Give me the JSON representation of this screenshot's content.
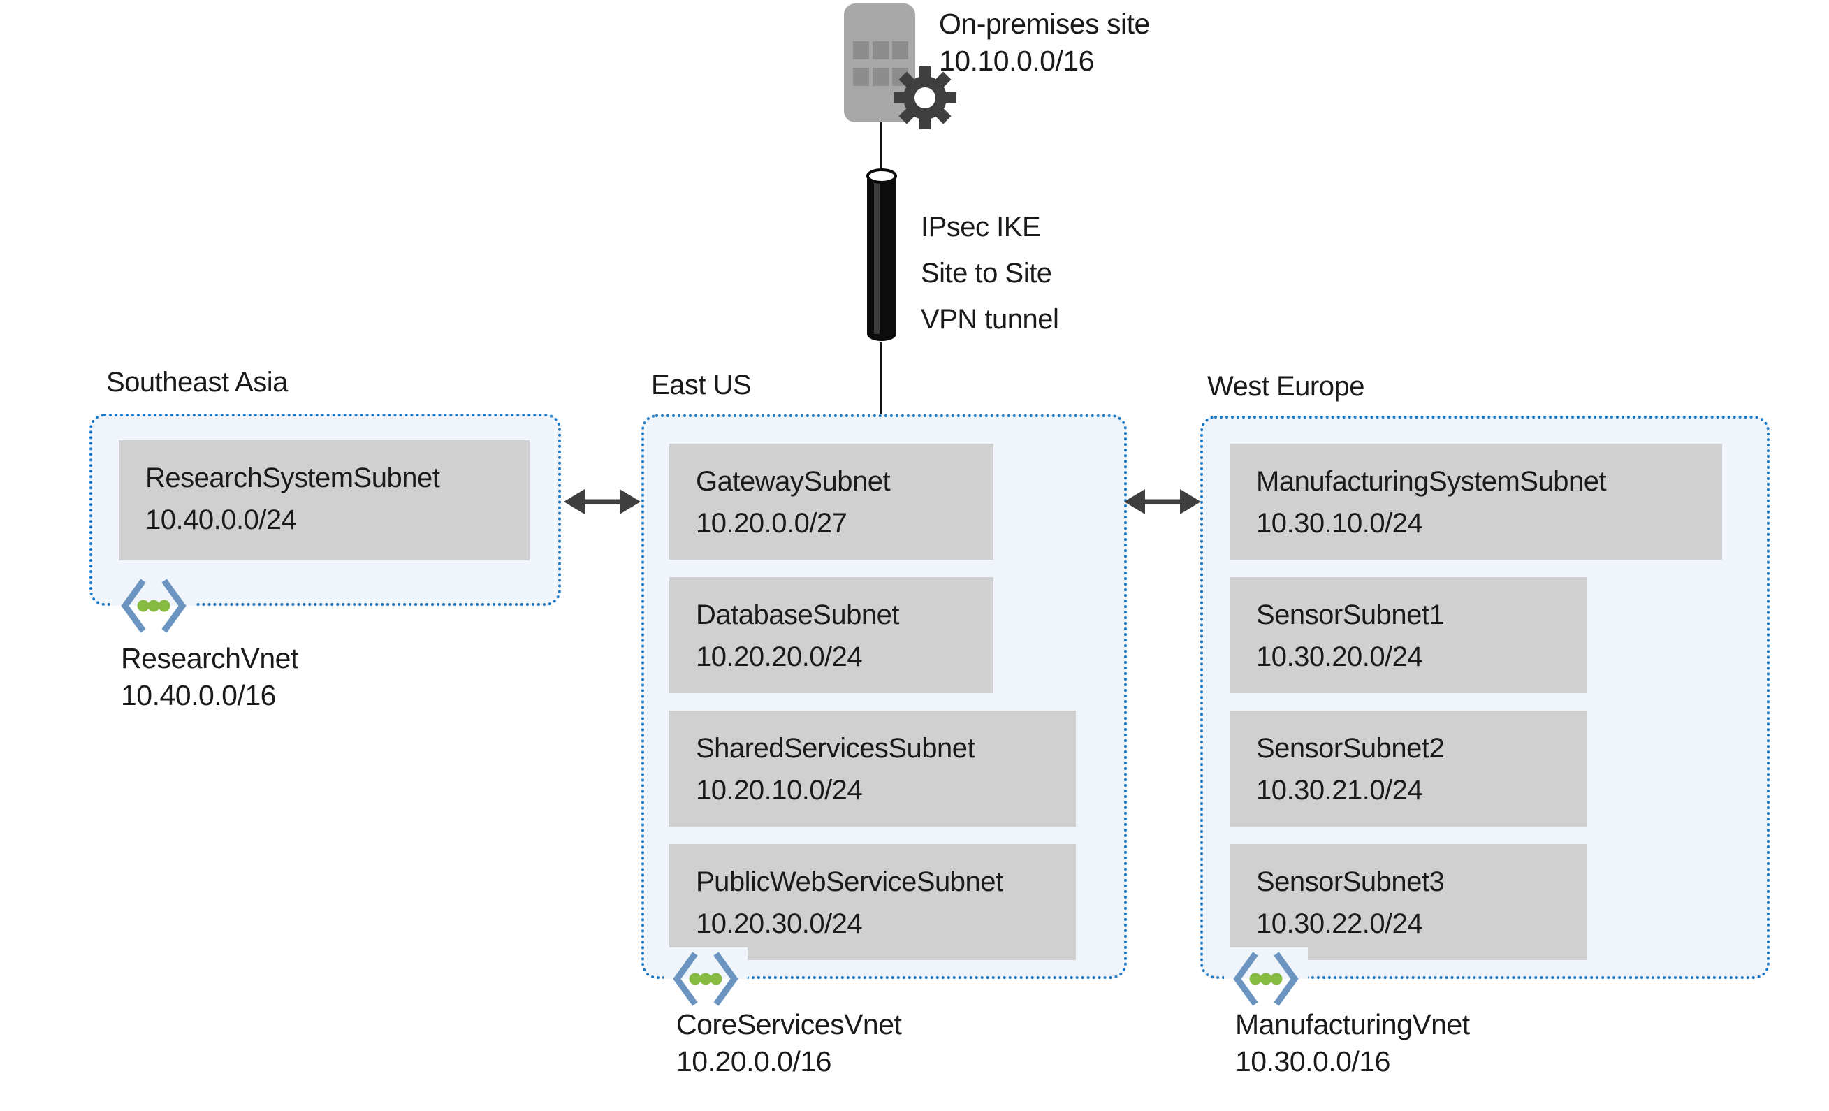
{
  "on_premises": {
    "name": "On-premises site",
    "cidr": "10.10.0.0/16"
  },
  "vpn_tunnel": {
    "lines": [
      "IPsec IKE",
      "Site to Site",
      "VPN tunnel"
    ]
  },
  "regions": [
    {
      "label": "Southeast Asia",
      "vnet": {
        "name": "ResearchVnet",
        "cidr": "10.40.0.0/16"
      },
      "subnets": [
        {
          "name": "ResearchSystemSubnet",
          "cidr": "10.40.0.0/24"
        }
      ]
    },
    {
      "label": "East US",
      "vnet": {
        "name": "CoreServicesVnet",
        "cidr": "10.20.0.0/16"
      },
      "subnets": [
        {
          "name": "GatewaySubnet",
          "cidr": "10.20.0.0/27"
        },
        {
          "name": "DatabaseSubnet",
          "cidr": "10.20.20.0/24"
        },
        {
          "name": "SharedServicesSubnet",
          "cidr": "10.20.10.0/24"
        },
        {
          "name": "PublicWebServiceSubnet",
          "cidr": "10.20.30.0/24"
        }
      ]
    },
    {
      "label": "West Europe",
      "vnet": {
        "name": "ManufacturingVnet",
        "cidr": "10.30.0.0/16"
      },
      "subnets": [
        {
          "name": "ManufacturingSystemSubnet",
          "cidr": "10.30.10.0/24"
        },
        {
          "name": "SensorSubnet1",
          "cidr": "10.30.20.0/24"
        },
        {
          "name": "SensorSubnet2",
          "cidr": "10.30.21.0/24"
        },
        {
          "name": "SensorSubnet3",
          "cidr": "10.30.22.0/24"
        }
      ]
    }
  ],
  "colors": {
    "region_fill": "#eff5fb",
    "region_border": "#1b7ac8",
    "subnet_fill": "#d0d0d0",
    "text": "#1a1a1a",
    "arrow": "#3f3f3f",
    "vnet_bracket": "#6b94c1",
    "vnet_dot": "#86ba41",
    "building": "#a8a8a8",
    "gear": "#3f3f3f",
    "tunnel": "#0c0c0c"
  }
}
